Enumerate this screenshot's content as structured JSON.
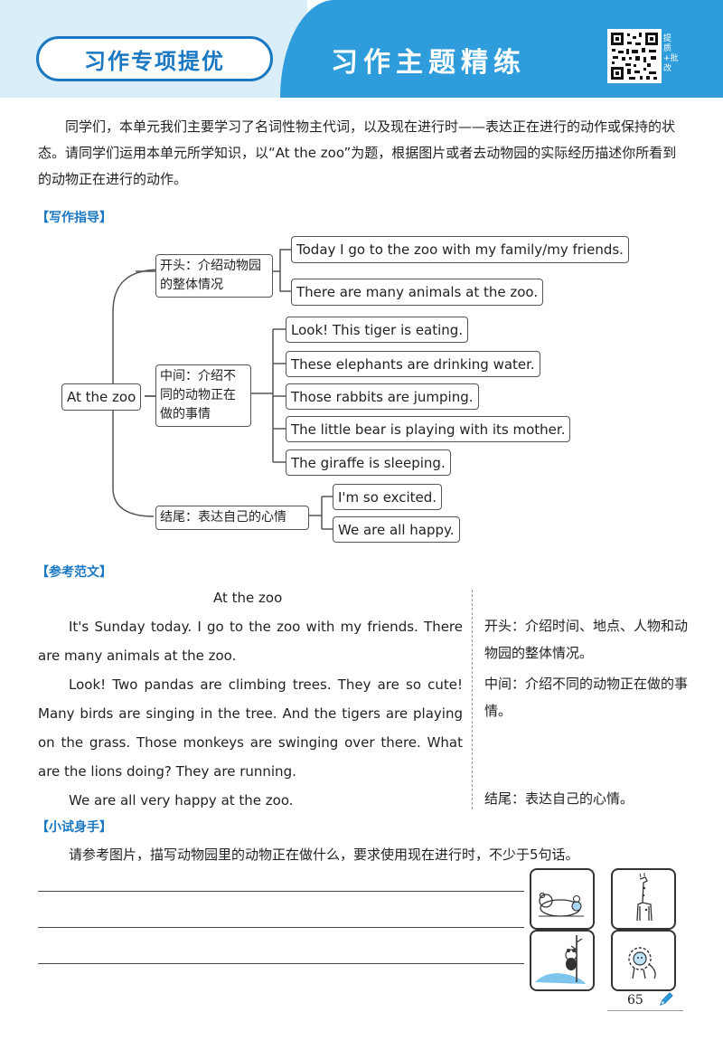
{
  "header": {
    "tag": "习作专项提优",
    "title": "习作主题精练",
    "qr_side_text": "提质+批改"
  },
  "intro": "同学们，本单元我们主要学习了名词性物主代词，以及现在进行时——表达正在进行的动作或保持的状态。请同学们运用本单元所学知识，以“At the zoo”为题，根据图片或者去动物园的实际经历描述你所看到的动物正在进行的动作。",
  "sections": {
    "guide": "【写作指导】",
    "sample": "【参考范文】",
    "try": "【小试身手】"
  },
  "mindmap": {
    "root": "At the zoo",
    "opening": {
      "label": "开头：介绍动物园的整体情况",
      "items": [
        "Today I go to the zoo with my family/my friends.",
        "There are many animals at the zoo."
      ]
    },
    "middle": {
      "label": "中间：介绍不同的动物正在做的事情",
      "items": [
        "Look! This tiger is eating.",
        "These elephants are drinking water.",
        "Those rabbits are jumping.",
        "The little bear is playing with its mother.",
        "The giraffe is sleeping."
      ]
    },
    "ending": {
      "label": "结尾：表达自己的心情",
      "items": [
        "I'm so excited.",
        "We are all happy."
      ]
    }
  },
  "essay": {
    "title": "At the zoo",
    "paragraphs": [
      "It's Sunday today. I go to the zoo with my friends. There are many animals at the zoo.",
      "Look! Two pandas are climbing trees. They are so cute! Many birds are singing in the tree. And the tigers are playing on the grass. Those monkeys are swinging over there. What are the lions doing? They are running.",
      "We are all very happy at the zoo."
    ],
    "notes": [
      "开头：介绍时间、地点、人物和动物园的整体情况。",
      "中间：介绍不同的动物正在做的事情。",
      "结尾：表达自己的心情。"
    ]
  },
  "task": "请参考图片，描写动物园里的动物正在做什么，要求使用现在进行时，不少于5句话。",
  "pictures": [
    "sleeping-bear-picture",
    "giraffe-picture",
    "panda-picture",
    "lion-picture"
  ],
  "page_number": "65",
  "colors": {
    "accent": "#1a78c2",
    "header_blue": "#2f9cdb",
    "header_light": "#d9eef9"
  }
}
